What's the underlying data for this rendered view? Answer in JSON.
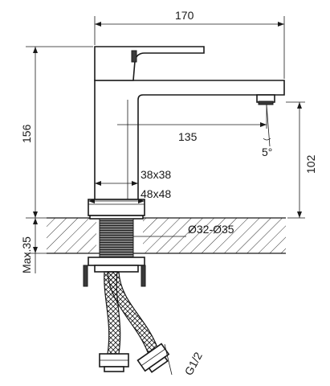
{
  "dimensions": {
    "overall_width": "170",
    "overall_height": "156",
    "spout_reach": "135",
    "spout_height": "102",
    "spout_angle": "5°",
    "body_square": "38x38",
    "base_square": "48x48",
    "max_deck": "Max.35",
    "hole_diameter": "Ø32-Ø35",
    "hose_thread": "G1/2"
  },
  "colors": {
    "line": "#1a1a1a",
    "fill_dark": "#3a3a3a",
    "background": "#ffffff"
  }
}
